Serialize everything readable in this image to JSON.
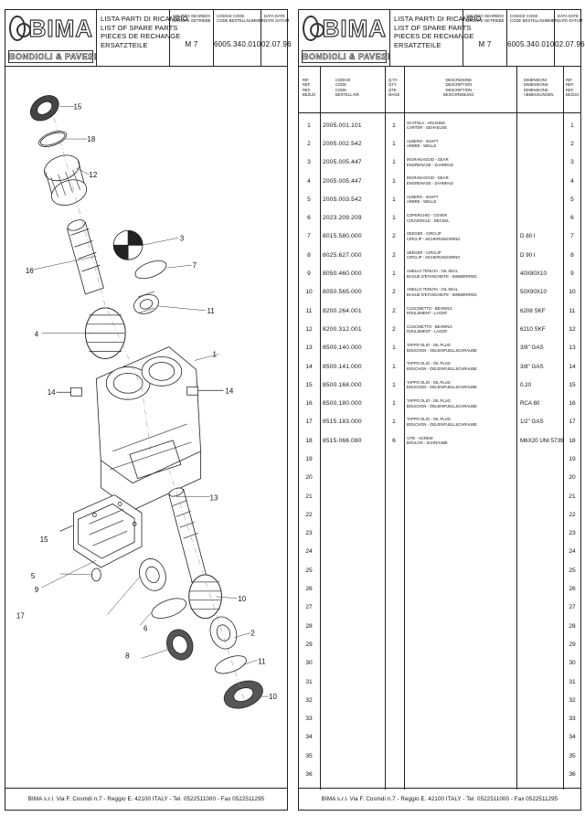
{
  "header": {
    "logo_text": "BIMA",
    "logo_sub": "BONDIOLI & PAVESI",
    "title_lines": [
      "LISTA PARTI DI RICAMBIO",
      "LIST OF SPARE PARTS",
      "PIECES DE RECHANGE",
      "ERSATZTEILE"
    ],
    "group_labels": [
      "GRUPPO GEARBOX",
      "GROUPE GETRIEBE"
    ],
    "group_value": "M 7",
    "code_labels": [
      "CODICE CODE",
      "CODE BESTELLNUMMER"
    ],
    "code_value": "6005.340.010",
    "date_labels": [
      "DATA DATE",
      "DATE DATUM"
    ],
    "date_value": "02.07.96"
  },
  "footer": "BIMA s.r.l. Via F. Cosmdi n.7  -  Reggio E. 42100 ITALY  -  Tel. 0522511000  -  Fax 0522511295",
  "drawing": {
    "callouts": [
      "15",
      "18",
      "12",
      "16",
      "3",
      "1",
      "4",
      "11",
      "7",
      "14",
      "14",
      "13",
      "9",
      "8",
      "17",
      "5",
      "6",
      "10",
      "15",
      "2",
      "11",
      "10"
    ]
  },
  "table": {
    "column_headers": {
      "ref": "RIF.\nREF.\nREF.\nBEZUG",
      "code": "CODICE\nCODE\nCODE\nBESTELL.NR.",
      "qty": "Q.TA'\nQTY\nQTE\nMAGE",
      "desc": "DESCRIZIONE\nDESCRIPTION\nDESCRIPTION\nBESCHREIBUNG",
      "dim": "DIMENSIONI\nDIMENSIONS\nDIMENSIONS\nABMESSUNGEN",
      "ref2": "RIF.\nREF.\nREF.\nBEZUG"
    },
    "rows": [
      {
        "ref": "1",
        "code": "2005.001.101",
        "qty": "1",
        "desc1": "SCATOLA - HOUSING",
        "desc2": "CARTER - GEHAEUSE",
        "dim": "",
        "ref2": "1"
      },
      {
        "ref": "2",
        "code": "2005.002.542",
        "qty": "1",
        "desc1": "ALBERO - SHAFT",
        "desc2": "ARBRE - WELLE",
        "dim": "",
        "ref2": "2"
      },
      {
        "ref": "3",
        "code": "2005.005.447",
        "qty": "1",
        "desc1": "INGRANAGGIO - GEAR",
        "desc2": "ENGRENAGE - ZAHNRAD",
        "dim": "",
        "ref2": "3"
      },
      {
        "ref": "4",
        "code": "2005.005.447",
        "qty": "1",
        "desc1": "INGRANAGGIO - GEAR",
        "desc2": "ENGRENAGE - ZAHNRAD",
        "dim": "",
        "ref2": "4"
      },
      {
        "ref": "5",
        "code": "2005.003.542",
        "qty": "1",
        "desc1": "ALBERO - SHAFT",
        "desc2": "ARBRE - WELLE",
        "dim": "",
        "ref2": "5"
      },
      {
        "ref": "6",
        "code": "2023.209.209",
        "qty": "1",
        "desc1": "COPERCHIO - COVER",
        "desc2": "COUVERCLE - DECKEL",
        "dim": "",
        "ref2": "6"
      },
      {
        "ref": "7",
        "code": "8015.580.000",
        "qty": "2",
        "desc1": "SEEGER - CIRCLIP",
        "desc2": "CIRCLIP - SICHERUNGSRING",
        "dim": "D 80 I",
        "ref2": "7"
      },
      {
        "ref": "8",
        "code": "8025.627.000",
        "qty": "2",
        "desc1": "SEEGER - CIRCLIP",
        "desc2": "CIRCLIP - SICHERUNGSRING",
        "dim": "D 90 I",
        "ref2": "8"
      },
      {
        "ref": "9",
        "code": "8050.460.000",
        "qty": "1",
        "desc1": "ANELLO TENUTA - OIL SEAL",
        "desc2": "BAGUE D'ETANCHEITE - SIMMERRING",
        "dim": "40X80X10",
        "ref2": "9"
      },
      {
        "ref": "10",
        "code": "8050.565.000",
        "qty": "2",
        "desc1": "ANELLO TENUTA - OIL SEAL",
        "desc2": "BAGUE D'ETANCHEITE - SIMMERRING",
        "dim": "50X90X10",
        "ref2": "10"
      },
      {
        "ref": "11",
        "code": "8200.264.001",
        "qty": "2",
        "desc1": "CUSCINETTO - BEARING",
        "desc2": "ROULEMENT - LAGER",
        "dim": "6208 SKF",
        "ref2": "11"
      },
      {
        "ref": "12",
        "code": "8200.312.001",
        "qty": "2",
        "desc1": "CUSCINETTO - BEARING",
        "desc2": "ROULEMENT - LAGER",
        "dim": "6210 SKF",
        "ref2": "12"
      },
      {
        "ref": "13",
        "code": "8500.140.000",
        "qty": "1",
        "desc1": "TAPPO OLIO - OIL PLUG",
        "desc2": "BOUCHON - OELEINFUELLSCHRAUBE",
        "dim": "3/8\" GAS",
        "ref2": "13"
      },
      {
        "ref": "14",
        "code": "8500.141.000",
        "qty": "1",
        "desc1": "TAPPO OLIO - OIL PLUG",
        "desc2": "BOUCHON - OELEINFUELLSCHRAUBE",
        "dim": "3/8\" GAS",
        "ref2": "14"
      },
      {
        "ref": "15",
        "code": "8500.168.000",
        "qty": "1",
        "desc1": "TAPPO OLIO - OIL PLUG",
        "desc2": "BOUCHON - OELEINFUELLSCHRAUBE",
        "dim": "0.20",
        "ref2": "15"
      },
      {
        "ref": "16",
        "code": "8500.180.000",
        "qty": "1",
        "desc1": "TAPPO OLIO - OIL PLUG",
        "desc2": "BOUCHON - OELEINFUELLSCHRAUBE",
        "dim": "RCA 80",
        "ref2": "16"
      },
      {
        "ref": "17",
        "code": "8515.183.000",
        "qty": "1",
        "desc1": "TAPPO OLIO - OIL PLUG",
        "desc2": "BOUCHON - OELEINFUELLSCHRAUBE",
        "dim": "1/2\" GAS",
        "ref2": "17"
      },
      {
        "ref": "18",
        "code": "8515.066.080",
        "qty": "6",
        "desc1": "VITE - SCREW",
        "desc2": "BOULON - SCHRAUBE",
        "dim": "M6X20 UNI 5739",
        "ref2": "18"
      },
      {
        "ref": "19",
        "code": "",
        "qty": "",
        "desc1": "",
        "desc2": "",
        "dim": "",
        "ref2": "19"
      },
      {
        "ref": "20",
        "code": "",
        "qty": "",
        "desc1": "",
        "desc2": "",
        "dim": "",
        "ref2": "20"
      },
      {
        "ref": "21",
        "code": "",
        "qty": "",
        "desc1": "",
        "desc2": "",
        "dim": "",
        "ref2": "21"
      },
      {
        "ref": "22",
        "code": "",
        "qty": "",
        "desc1": "",
        "desc2": "",
        "dim": "",
        "ref2": "22"
      },
      {
        "ref": "23",
        "code": "",
        "qty": "",
        "desc1": "",
        "desc2": "",
        "dim": "",
        "ref2": "23"
      },
      {
        "ref": "24",
        "code": "",
        "qty": "",
        "desc1": "",
        "desc2": "",
        "dim": "",
        "ref2": "24"
      },
      {
        "ref": "25",
        "code": "",
        "qty": "",
        "desc1": "",
        "desc2": "",
        "dim": "",
        "ref2": "25"
      },
      {
        "ref": "26",
        "code": "",
        "qty": "",
        "desc1": "",
        "desc2": "",
        "dim": "",
        "ref2": "26"
      },
      {
        "ref": "27",
        "code": "",
        "qty": "",
        "desc1": "",
        "desc2": "",
        "dim": "",
        "ref2": "27"
      },
      {
        "ref": "28",
        "code": "",
        "qty": "",
        "desc1": "",
        "desc2": "",
        "dim": "",
        "ref2": "28"
      },
      {
        "ref": "29",
        "code": "",
        "qty": "",
        "desc1": "",
        "desc2": "",
        "dim": "",
        "ref2": "29"
      },
      {
        "ref": "30",
        "code": "",
        "qty": "",
        "desc1": "",
        "desc2": "",
        "dim": "",
        "ref2": "30"
      },
      {
        "ref": "31",
        "code": "",
        "qty": "",
        "desc1": "",
        "desc2": "",
        "dim": "",
        "ref2": "31"
      },
      {
        "ref": "32",
        "code": "",
        "qty": "",
        "desc1": "",
        "desc2": "",
        "dim": "",
        "ref2": "32"
      },
      {
        "ref": "33",
        "code": "",
        "qty": "",
        "desc1": "",
        "desc2": "",
        "dim": "",
        "ref2": "33"
      },
      {
        "ref": "34",
        "code": "",
        "qty": "",
        "desc1": "",
        "desc2": "",
        "dim": "",
        "ref2": "34"
      },
      {
        "ref": "35",
        "code": "",
        "qty": "",
        "desc1": "",
        "desc2": "",
        "dim": "",
        "ref2": "35"
      },
      {
        "ref": "36",
        "code": "",
        "qty": "",
        "desc1": "",
        "desc2": "",
        "dim": "",
        "ref2": "36"
      }
    ]
  }
}
